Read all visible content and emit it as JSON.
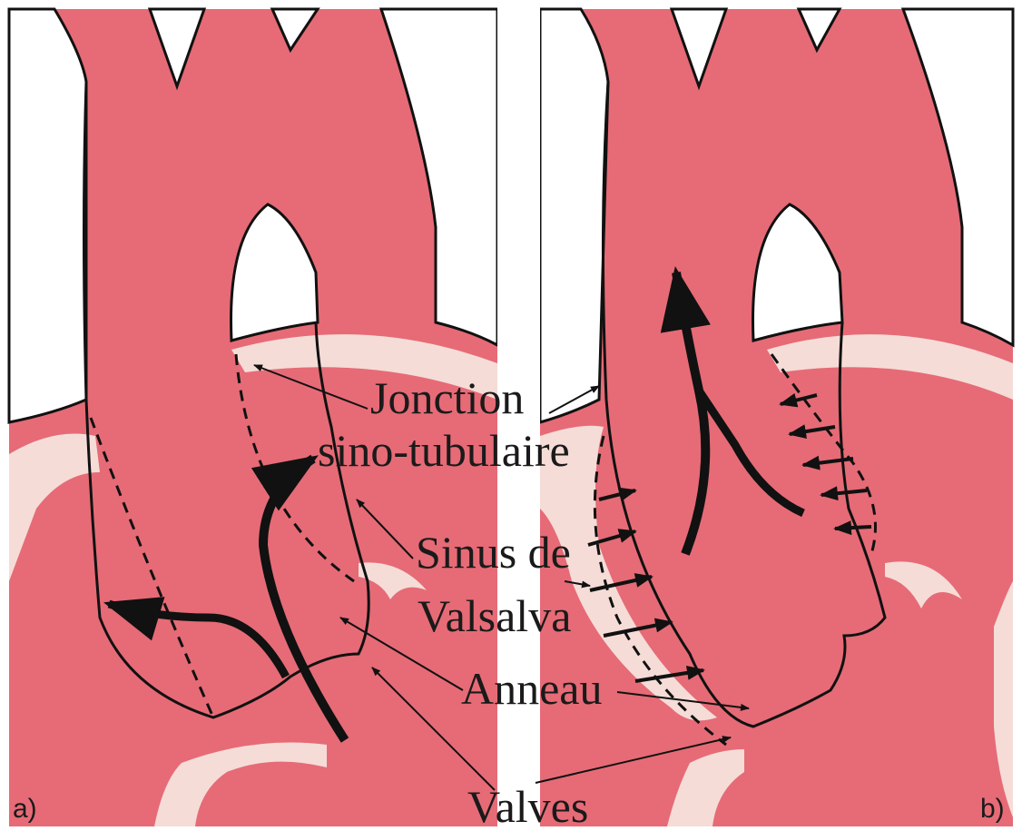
{
  "panels": [
    {
      "id": "a",
      "label": "a)"
    },
    {
      "id": "b",
      "label": "b)"
    }
  ],
  "labels": {
    "jonction_line1": "Jonction",
    "jonction_line2": "sino-tubulaire",
    "sinus_line1": "Sinus de",
    "sinus_line2": "Valsalva",
    "anneau": "Anneau",
    "valves": "Valves"
  },
  "colors": {
    "tissue": "#e66b76",
    "valve_tissue": "#f5dcd7",
    "outline": "#111111",
    "background": "#ffffff"
  }
}
